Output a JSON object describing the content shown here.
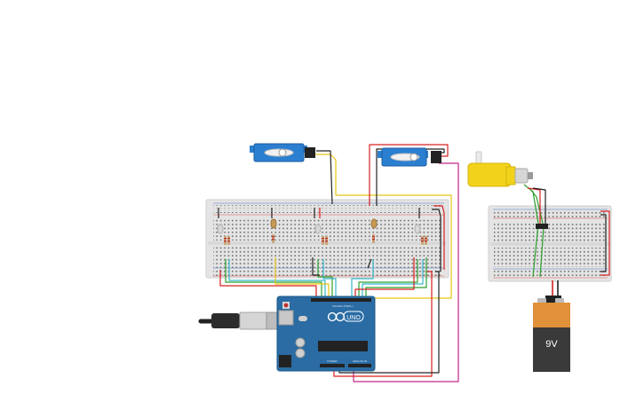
{
  "battery": {
    "label": "9V"
  },
  "arduino": {
    "logo_text": "UNO",
    "digital_label": "DIGITAL (PWM~)",
    "power_label": "POWER",
    "analog_label": "ANALOG IN"
  },
  "colors": {
    "breadboard": "#e6e6e6",
    "rail_red": "#d9534f",
    "rail_blue": "#4a79c4",
    "arduino": "#2a6ca3",
    "servo": "#2b7fd1",
    "motor": "#f2d21b",
    "battery_top": "#e0913a",
    "battery_body": "#3a3a3a",
    "wire_red": "#d62020",
    "wire_black": "#222222",
    "wire_yellow": "#e8c416",
    "wire_green": "#2ca02c",
    "wire_cyan": "#35b7c9",
    "wire_magenta": "#c2278a"
  },
  "components": [
    "breadboard-main",
    "breadboard-small",
    "servo-left",
    "servo-right",
    "dc-motor",
    "arduino-uno",
    "usb-cable",
    "battery-9v",
    "photoresistor",
    "resistor",
    "motor-driver-chip"
  ]
}
